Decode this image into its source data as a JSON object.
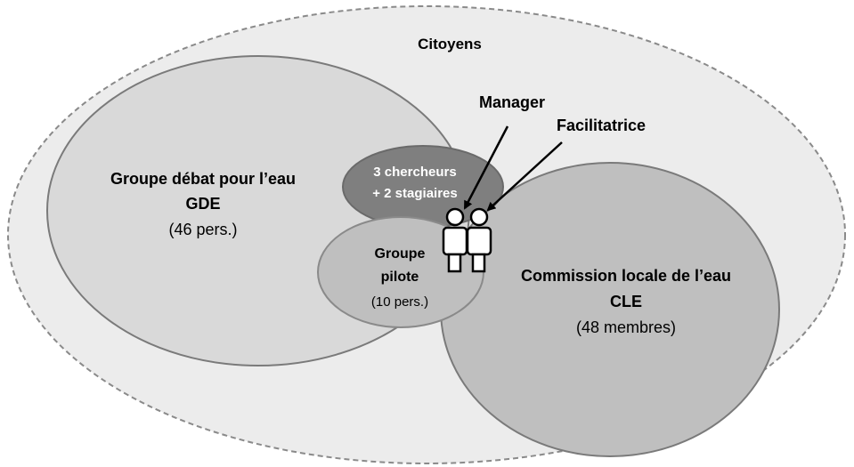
{
  "citizens": {
    "label": "Citoyens"
  },
  "gde": {
    "title": "Groupe débat pour l’eau",
    "abbr": "GDE",
    "size": "(46 pers.)"
  },
  "cle": {
    "title": "Commission locale de l’eau",
    "abbr": "CLE",
    "size": "(48 membres)"
  },
  "researchers": {
    "line1": "3 chercheurs",
    "line2": "+ 2 stagiaires"
  },
  "pilot": {
    "line1": "Groupe",
    "line2": "pilote",
    "size": "(10 pers.)"
  },
  "manager": {
    "label": "Manager"
  },
  "facilitator": {
    "label": "Facilitatrice"
  },
  "colors": {
    "outer_fill": "#ececec",
    "gde_fill": "#d9d9d9",
    "cle_fill": "#bfbfbf",
    "researchers_fill": "#7f7f7f",
    "pilot_fill": "#bfbfbf",
    "stroke": "#7a7a7a"
  }
}
